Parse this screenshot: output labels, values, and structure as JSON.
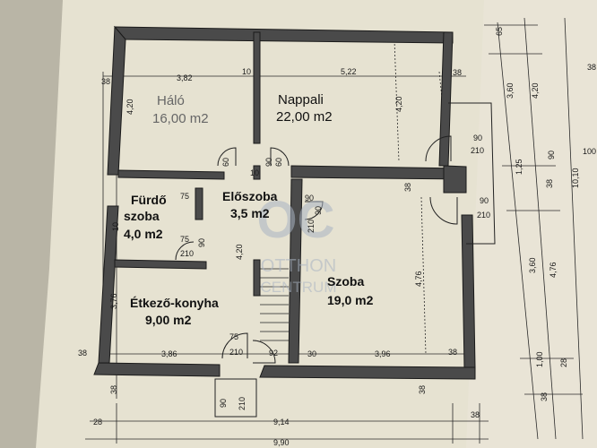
{
  "rooms": {
    "halo": {
      "name": "Háló",
      "area": "16,00 m2"
    },
    "nappali": {
      "name": "Nappali",
      "area": "22,00 m2"
    },
    "furdo": {
      "name1": "Fürdő",
      "name2": "szoba",
      "area": "4,0 m2"
    },
    "eloszoba": {
      "name": "Előszoba",
      "area": "3,5 m2"
    },
    "etkezo": {
      "name": "Étkező-konyha",
      "area": "9,00 m2"
    },
    "szoba": {
      "name": "Szoba",
      "area": "19,0 m2"
    }
  },
  "watermark": {
    "logo": "OC",
    "line1": "OTTHON",
    "line2": "CENTRUM"
  },
  "dims": {
    "d382": "3,82",
    "d522": "5,22",
    "d10a": "10",
    "d38a": "38",
    "d38b": "38",
    "d420a": "4,20",
    "d420b": "4,20",
    "d420c": "4,20",
    "d90a": "90",
    "d210a": "210",
    "d90b": "90",
    "d210b": "210",
    "d60a": "60",
    "d60b": "60",
    "d38c": "38",
    "d10b": "10",
    "d90c": "90",
    "d75a": "75",
    "d10c": "10",
    "d90d": "90",
    "d90e": "90",
    "d210c": "210",
    "d75b": "75",
    "d210d": "210",
    "d90f": "90",
    "d376": "3,76",
    "d476": "4,76",
    "d75c": "75",
    "d210e": "210",
    "d92": "92",
    "d30": "30",
    "d386": "3,86",
    "d396": "3,96",
    "d38d": "38",
    "d38e": "38",
    "d38f": "38",
    "d38g": "38",
    "d90g": "90",
    "d210f": "210",
    "d28": "28",
    "d914": "9,14",
    "d38h": "38",
    "d990": "9,90",
    "r65": "65",
    "r360a": "3,60",
    "r420": "4,20",
    "r125": "1,25",
    "r360b": "3,60",
    "r100": "1,00",
    "r38": "38",
    "s1010": "10,10",
    "s38a": "38",
    "s90": "90",
    "s476": "4,76",
    "s100": "100",
    "s38b": "38",
    "s28": "28"
  }
}
